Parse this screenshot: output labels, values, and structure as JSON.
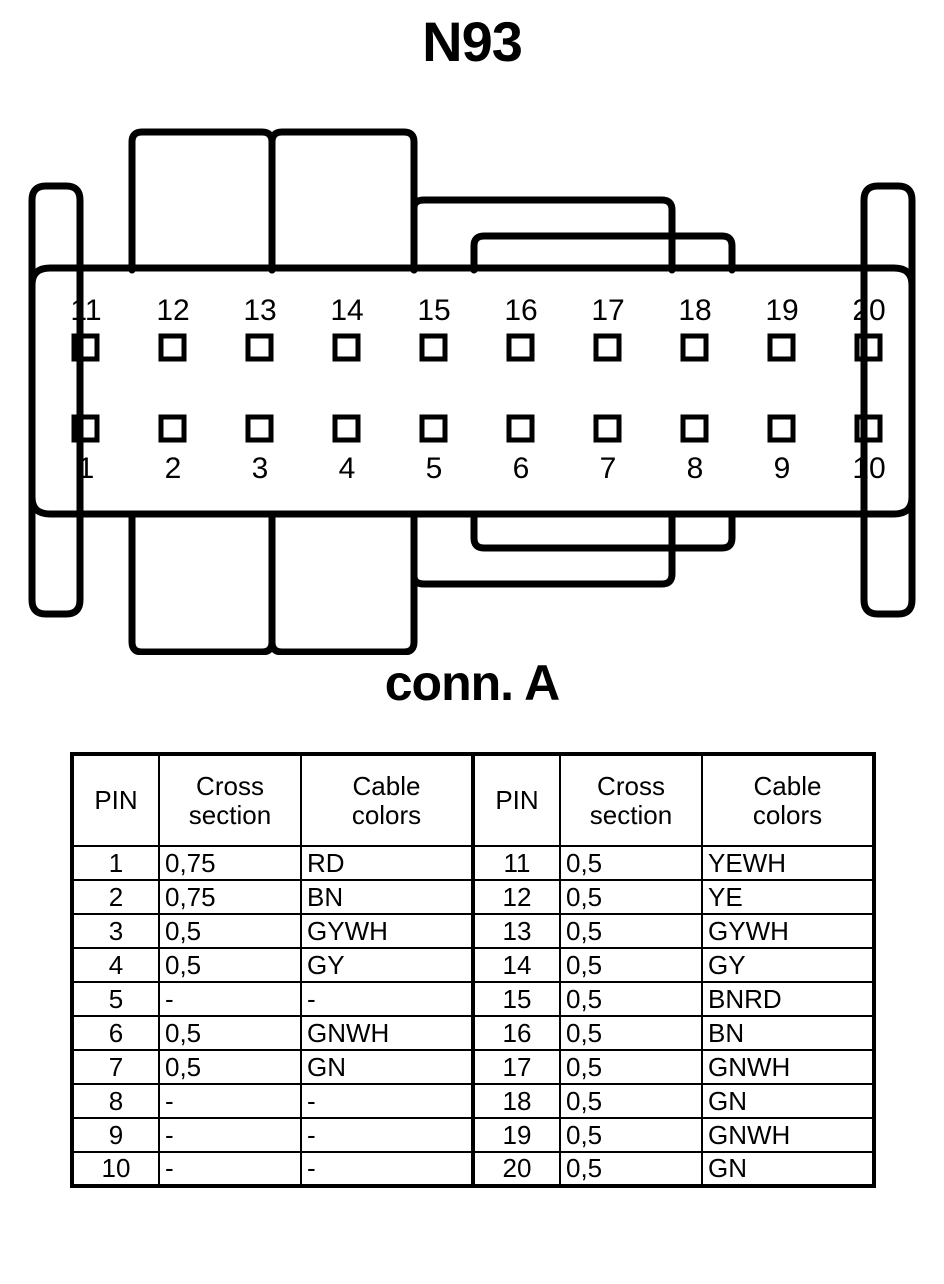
{
  "title": "N93",
  "caption": "conn. A",
  "connector": {
    "top_row_pins": [
      "11",
      "12",
      "13",
      "14",
      "15",
      "16",
      "17",
      "18",
      "19",
      "20"
    ],
    "bottom_row_pins": [
      "1",
      "2",
      "3",
      "4",
      "5",
      "6",
      "7",
      "8",
      "9",
      "10"
    ],
    "pin_count": 20,
    "outline_color": "#000000"
  },
  "table": {
    "headers": [
      "PIN",
      "Cross section",
      "Cable colors",
      "PIN",
      "Cross section",
      "Cable colors"
    ],
    "header_lines": [
      [
        "PIN",
        ""
      ],
      [
        "Cross",
        "section"
      ],
      [
        "Cable",
        "colors"
      ],
      [
        "PIN",
        ""
      ],
      [
        "Cross",
        "section"
      ],
      [
        "Cable",
        "colors"
      ]
    ],
    "rows": [
      {
        "pin_l": "1",
        "cross_l": "0,75",
        "color_l": "RD",
        "pin_r": "11",
        "cross_r": "0,5",
        "color_r": "YEWH"
      },
      {
        "pin_l": "2",
        "cross_l": "0,75",
        "color_l": "BN",
        "pin_r": "12",
        "cross_r": "0,5",
        "color_r": "YE"
      },
      {
        "pin_l": "3",
        "cross_l": "0,5",
        "color_l": "GYWH",
        "pin_r": "13",
        "cross_r": "0,5",
        "color_r": "GYWH"
      },
      {
        "pin_l": "4",
        "cross_l": "0,5",
        "color_l": "GY",
        "pin_r": "14",
        "cross_r": "0,5",
        "color_r": "GY"
      },
      {
        "pin_l": "5",
        "cross_l": "-",
        "color_l": "-",
        "pin_r": "15",
        "cross_r": "0,5",
        "color_r": "BNRD"
      },
      {
        "pin_l": "6",
        "cross_l": "0,5",
        "color_l": "GNWH",
        "pin_r": "16",
        "cross_r": "0,5",
        "color_r": "BN"
      },
      {
        "pin_l": "7",
        "cross_l": "0,5",
        "color_l": "GN",
        "pin_r": "17",
        "cross_r": "0,5",
        "color_r": "GNWH"
      },
      {
        "pin_l": "8",
        "cross_l": "-",
        "color_l": "-",
        "pin_r": "18",
        "cross_r": "0,5",
        "color_r": "GN"
      },
      {
        "pin_l": "9",
        "cross_l": "-",
        "color_l": "-",
        "pin_r": "19",
        "cross_r": "0,5",
        "color_r": "GNWH"
      },
      {
        "pin_l": "10",
        "cross_l": "-",
        "color_l": "-",
        "pin_r": "20",
        "cross_r": "0,5",
        "color_r": "GN"
      }
    ]
  }
}
